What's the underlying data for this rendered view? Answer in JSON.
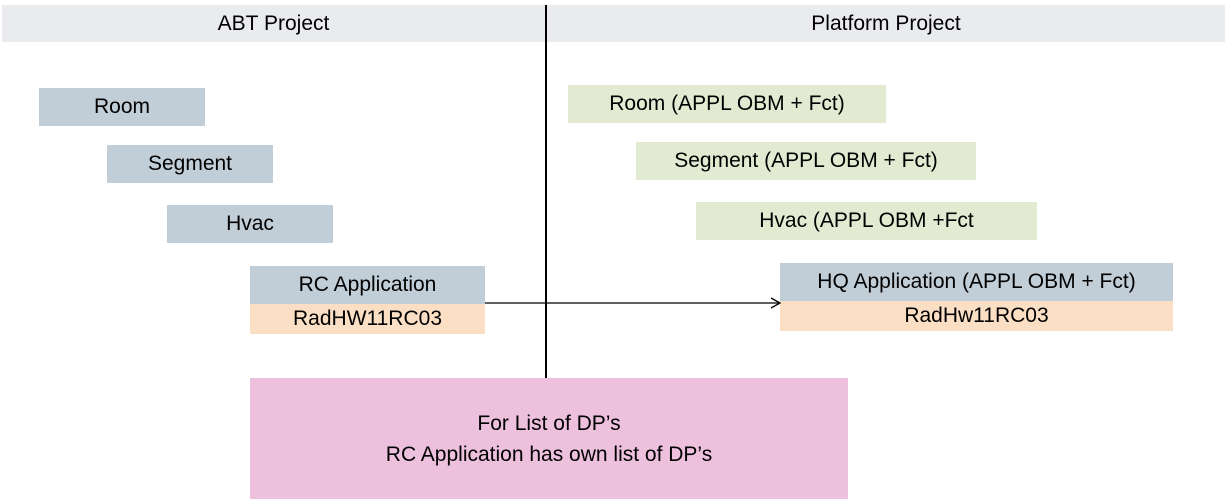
{
  "headers": {
    "left": "ABT Project",
    "right": "Platform Project"
  },
  "abt": {
    "room": "Room",
    "segment": "Segment",
    "hvac": "Hvac",
    "rc_application": "RC Application",
    "rc_hw": "RadHW11RC03"
  },
  "platform": {
    "room": "Room (APPL OBM + Fct)",
    "segment": "Segment (APPL OBM + Fct)",
    "hvac": "Hvac (APPL OBM +Fct",
    "hq_application": "HQ Application  (APPL OBM + Fct)",
    "hq_hw": "RadHw11RC03"
  },
  "note": {
    "line1": "For List of DP’s",
    "line2": "RC Application has own list of DP’s"
  },
  "colors": {
    "header_bg": "#e9ebee",
    "abt_box": "#c1cdd7",
    "platform_box": "#e2ead2",
    "hardware_box": "#fbdfc4",
    "note_box": "#edc0dd"
  }
}
